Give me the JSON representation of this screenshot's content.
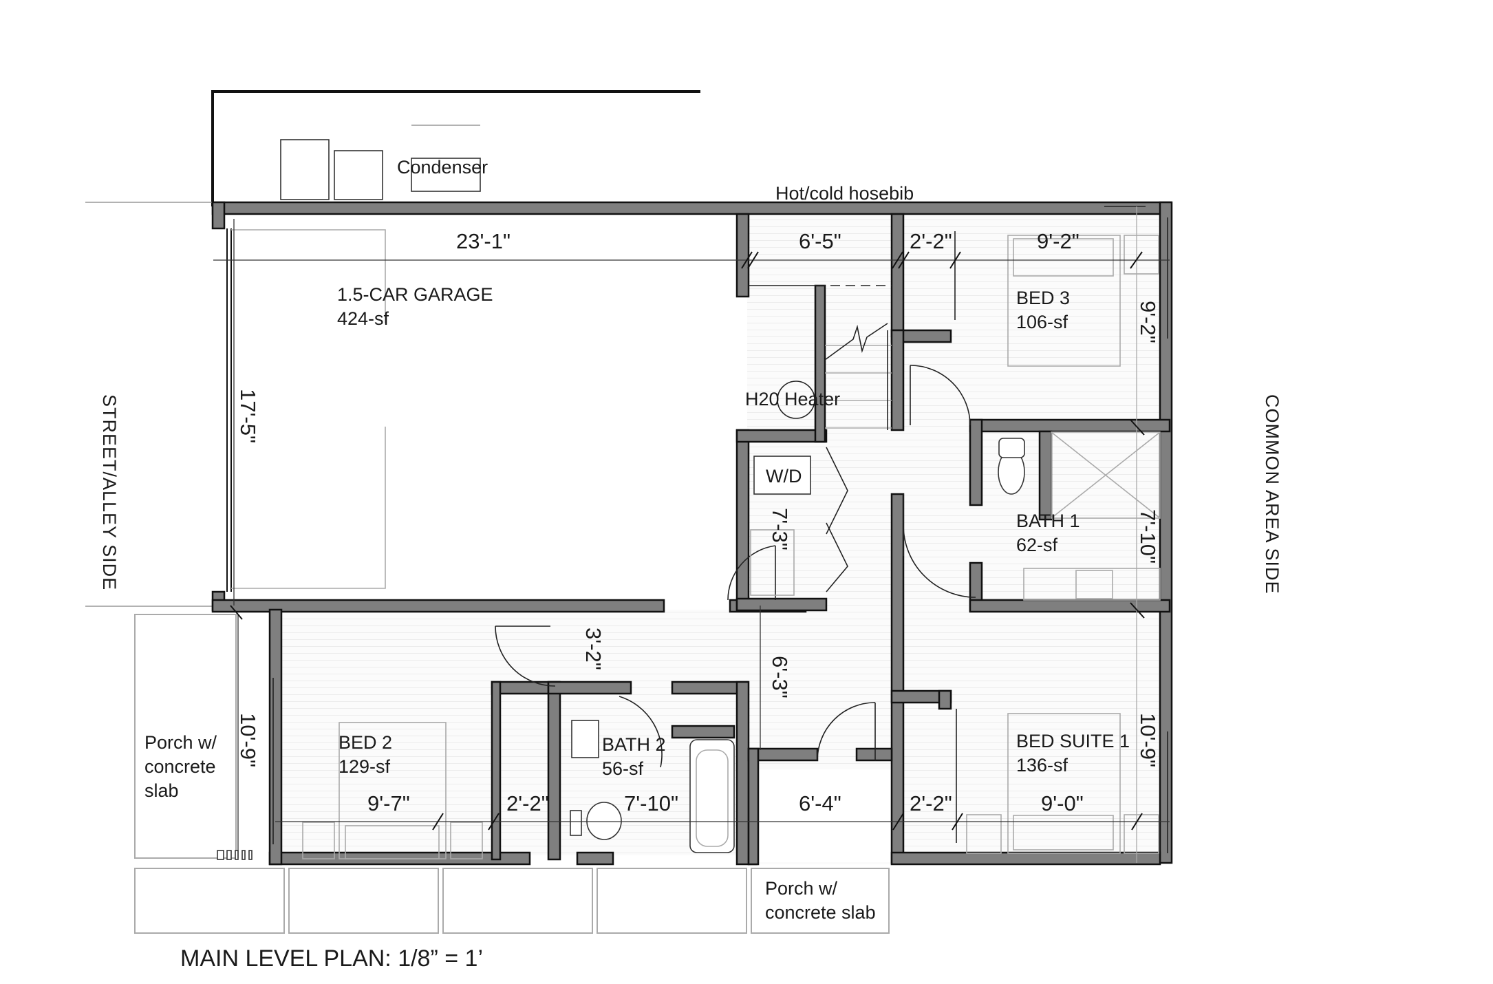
{
  "drawing": {
    "title": "MAIN LEVEL PLAN: 1/8” = 1’",
    "wall_color": "#7f7f7f",
    "line_color": "#111111"
  },
  "site_labels": {
    "street_side": "STREET/ALLEY SIDE",
    "common_side": "COMMON AREA SIDE"
  },
  "notes": {
    "condenser": "Condenser",
    "hosebib": "Hot/cold hosebib",
    "water_heater": "H20 Heater",
    "washer_dryer": "W/D"
  },
  "rooms": {
    "garage": {
      "name": "1.5-CAR GARAGE",
      "area": "424-sf"
    },
    "bed3": {
      "name": "BED 3",
      "area": "106-sf"
    },
    "bath1": {
      "name": "BATH 1",
      "area": "62-sf"
    },
    "bed2": {
      "name": "BED 2",
      "area": "129-sf"
    },
    "bath2": {
      "name": "BATH 2",
      "area": "56-sf"
    },
    "bed_suite1": {
      "name": "BED SUITE 1",
      "area": "136-sf"
    },
    "porch_left": {
      "line1": "Porch w/",
      "line2": "concrete",
      "line3": "slab"
    },
    "porch_bottom": {
      "line1": "Porch w/",
      "line2": "concrete slab"
    }
  },
  "dimensions": {
    "garage_width": "23'-1\"",
    "garage_depth": "17'-5\"",
    "stair_width": "6'-5\"",
    "closet_top": "2'-2\"",
    "bed3_width": "9'-2\"",
    "bed3_depth": "9'-2\"",
    "laundry": "7'-3\"",
    "bath1_depth": "7'-10\"",
    "hall_bed2": "3'-2\"",
    "hall": "6'-3\"",
    "bed2_depth": "10'-9\"",
    "bed2_width": "9'-7\"",
    "closet_bed2": "2'-2\"",
    "bath2_width": "7'-10\"",
    "entry_width": "6'-4\"",
    "closet_suite": "2'-2\"",
    "suite_width": "9'-0\"",
    "suite_depth": "10'-9\""
  }
}
